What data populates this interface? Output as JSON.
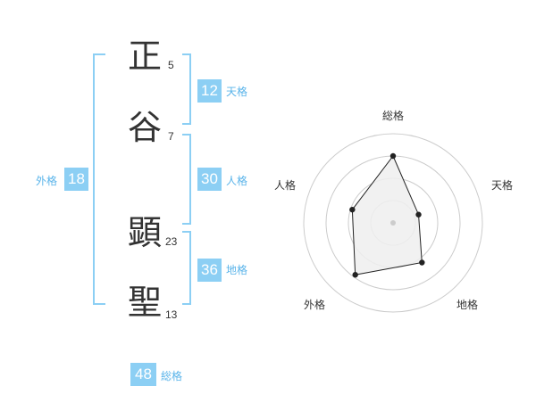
{
  "characters": [
    {
      "char": "正",
      "strokes": "5"
    },
    {
      "char": "谷",
      "strokes": "7"
    },
    {
      "char": "顕",
      "strokes": "23"
    },
    {
      "char": "聖",
      "strokes": "13"
    }
  ],
  "fortunes": {
    "tenkaku": {
      "label": "天格",
      "value": "12"
    },
    "jinkaku": {
      "label": "人格",
      "value": "30"
    },
    "chikaku": {
      "label": "地格",
      "value": "36"
    },
    "gaikaku": {
      "label": "外格",
      "value": "18"
    },
    "soukaku": {
      "label": "総格",
      "value": "48"
    }
  },
  "colors": {
    "accent": "#8ccff4",
    "label_text": "#5ab4ea",
    "radar_fill": "#eeeeee",
    "radar_grid": "#cccccc"
  },
  "chart_data": {
    "type": "radar",
    "axes": [
      "総格",
      "天格",
      "地格",
      "外格",
      "人格"
    ],
    "values": [
      0.75,
      0.3,
      0.55,
      0.72,
      0.48
    ],
    "rings": 4
  }
}
